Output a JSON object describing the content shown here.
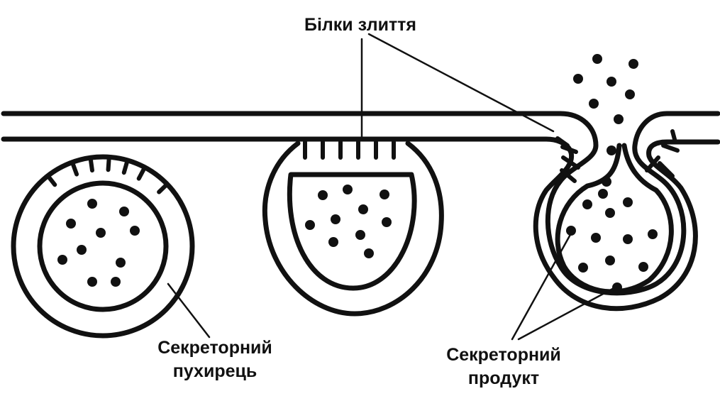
{
  "labels": {
    "fusion_proteins": "Білки злиття",
    "secretory_vesicle": [
      "Секреторний",
      "пухирець"
    ],
    "secretory_product": [
      "Секреторний",
      "продукт"
    ]
  },
  "colors": {
    "ink": "#111111",
    "background": "#ffffff"
  }
}
